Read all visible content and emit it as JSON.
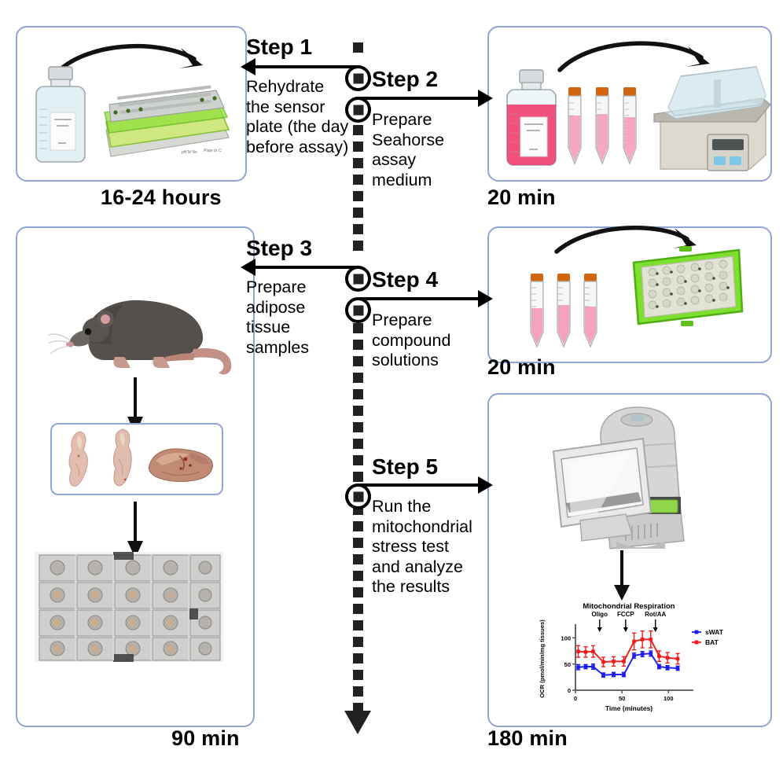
{
  "figure": {
    "type": "experimental-workflow-schematic",
    "border_color": "#8fa5d4",
    "accent_black": "#000000"
  },
  "steps": [
    {
      "id": "step1",
      "title": "Step 1",
      "description": "Rehydrate the sensor plate (the day before assay)",
      "direction": "left"
    },
    {
      "id": "step2",
      "title": "Step 2",
      "description": "Prepare Seahorse assay medium",
      "direction": "right"
    },
    {
      "id": "step3",
      "title": "Step 3",
      "description": "Prepare adipose tissue samples",
      "direction": "left"
    },
    {
      "id": "step4",
      "title": "Step 4",
      "description": "Prepare compound solutions",
      "direction": "right"
    },
    {
      "id": "step5",
      "title": "Step 5",
      "description": "Run the mitochondrial stress test and analyze the results",
      "direction": "right"
    }
  ],
  "panels": [
    {
      "id": "panel-sensor-plate",
      "duration": "16-24 hours",
      "contents": [
        "media-bottle",
        "sensor-cartridge-plate",
        "curved-arrow"
      ]
    },
    {
      "id": "panel-assay-medium",
      "duration": "20 min",
      "contents": [
        "pink-medium-bottle",
        "conical-tube",
        "conical-tube",
        "conical-tube",
        "water-bath",
        "curved-arrow"
      ]
    },
    {
      "id": "panel-adipose-tissue",
      "duration": "90 min",
      "contents": [
        "mouse",
        "down-arrow",
        "tissue-sample-box",
        "down-arrow",
        "islet-capture-plate"
      ]
    },
    {
      "id": "panel-compounds",
      "duration": "20 min",
      "contents": [
        "conical-tube",
        "conical-tube",
        "conical-tube",
        "sensor-cartridge-plate",
        "curved-arrow"
      ]
    },
    {
      "id": "panel-analyzer",
      "duration": "180 min",
      "contents": [
        "seahorse-analyzer",
        "monitor",
        "down-arrow",
        "respiration-chart"
      ]
    }
  ],
  "tissue_box": {
    "samples": [
      "sWAT-depot",
      "sWAT-depot",
      "BAT-depot"
    ]
  },
  "chart_data": {
    "type": "line",
    "title": "Mitochondrial Respiration",
    "xlabel": "Time (minutes)",
    "ylabel": "OCR (pmol/min/mg tissues)",
    "xlim": [
      0,
      115
    ],
    "ylim": [
      0,
      120
    ],
    "xticks": [
      0,
      50,
      100
    ],
    "yticks": [
      0,
      50,
      100
    ],
    "grid": false,
    "legend_position": "top-right",
    "x": [
      3,
      11,
      19,
      30,
      41,
      52,
      63,
      72,
      81,
      90,
      99,
      110
    ],
    "series": [
      {
        "name": "sWAT",
        "color": "#1d1df0",
        "marker": "square",
        "values": [
          44,
          45,
          45,
          29,
          30,
          30,
          66,
          69,
          70,
          45,
          43,
          42
        ],
        "errors": [
          5,
          4,
          5,
          4,
          4,
          4,
          5,
          5,
          5,
          4,
          4,
          4
        ]
      },
      {
        "name": "BAT",
        "color": "#ef1b1b",
        "marker": "square",
        "values": [
          74,
          73,
          74,
          54,
          55,
          55,
          93,
          97,
          97,
          65,
          62,
          60
        ],
        "errors": [
          11,
          10,
          11,
          9,
          9,
          9,
          16,
          16,
          16,
          10,
          10,
          10
        ]
      }
    ],
    "annotations": [
      {
        "label": "Oligo",
        "x": 26
      },
      {
        "label": "FCCP",
        "x": 54
      },
      {
        "label": "Rot/AA",
        "x": 86
      }
    ]
  }
}
